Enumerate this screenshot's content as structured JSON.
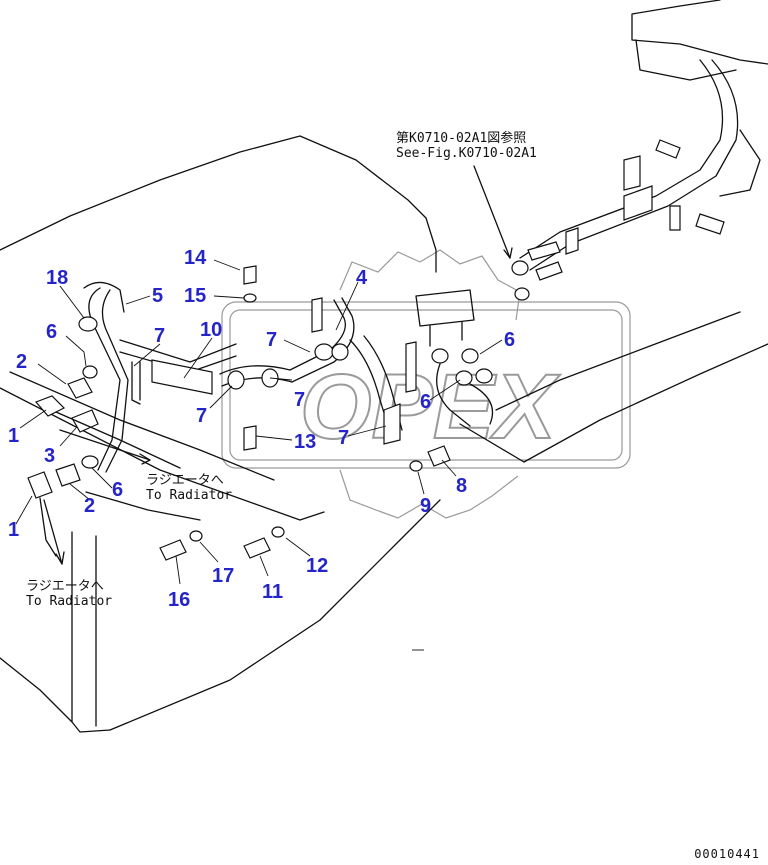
{
  "notes": {
    "ref_jp": "第K0710-02A1図参照",
    "ref_en": "See-Fig.K0710-02A1",
    "radiator_jp_1": "ラジエータへ",
    "radiator_en_1": "To Radiator",
    "radiator_jp_2": "ラジエータへ",
    "radiator_en_2": "To Radiator"
  },
  "callouts": {
    "c18": "18",
    "c5": "5",
    "c6a": "6",
    "c7a": "7",
    "c10": "10",
    "c2a": "2",
    "c1a": "1",
    "c3": "3",
    "c6b": "6",
    "c2b": "2",
    "c1b": "1",
    "c14": "14",
    "c15": "15",
    "c4": "4",
    "c7b": "7",
    "c7c": "7",
    "c7d": "7",
    "c13": "13",
    "c7e": "7",
    "c6c": "6",
    "c6d": "6",
    "c8": "8",
    "c9": "9",
    "c16": "16",
    "c17": "17",
    "c11": "11",
    "c12": "12"
  },
  "doc_number": "00010441",
  "watermark_text": "OPEX",
  "colors": {
    "callout": "#2424c8",
    "line": "#111111",
    "watermark": "#9a9a9a"
  }
}
